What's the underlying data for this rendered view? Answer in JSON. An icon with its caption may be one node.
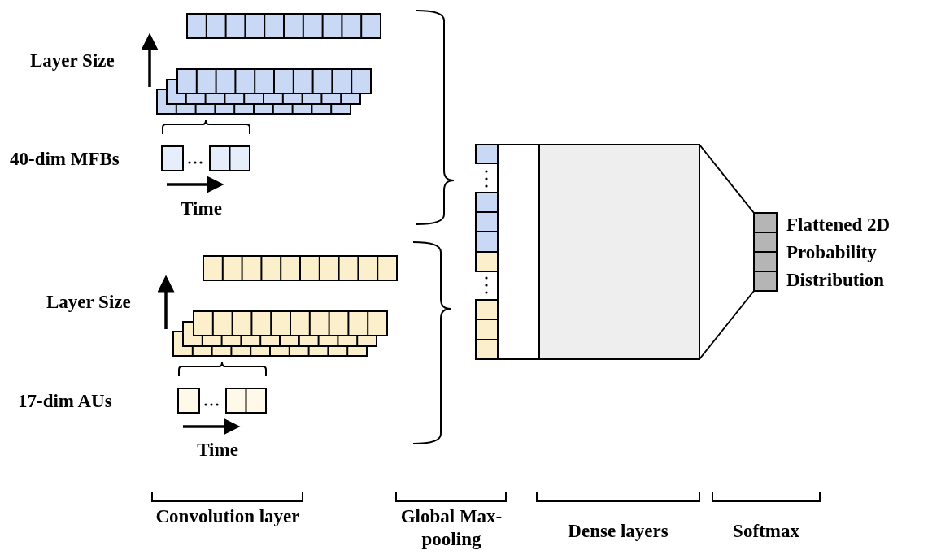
{
  "diagram": {
    "labels": [
      "Layer Size",
      "40-dim MFBs",
      "Time",
      "Flattened 2D Probability Distribution",
      "Layer Size",
      "17-dim AUs",
      "Time",
      "Convolution layer",
      "Global Max-pooling",
      "Dense layers",
      "Softmax"
    ]
  }
}
